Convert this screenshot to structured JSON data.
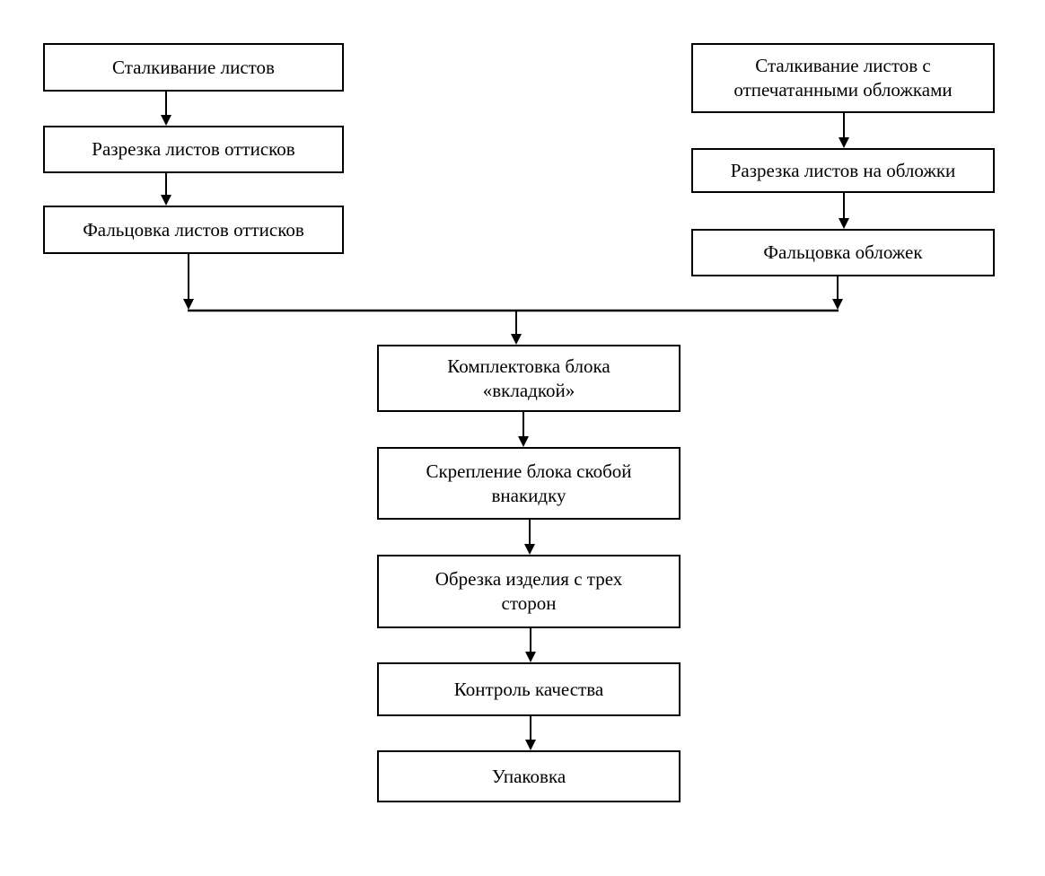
{
  "diagram": {
    "type": "flowchart",
    "background": "#ffffff",
    "colors": {
      "box_border": "#000000",
      "box_fill": "#ffffff",
      "text": "#000000",
      "connector": "#000000"
    },
    "left_branch": [
      {
        "label": "Сталкивание листов"
      },
      {
        "label": "Разрезка листов оттисков"
      },
      {
        "label": "Фальцовка листов оттисков"
      }
    ],
    "right_branch": [
      {
        "label": [
          "Сталкивание листов с",
          "отпечатанными обложками"
        ]
      },
      {
        "label": "Разрезка листов на обложки"
      },
      {
        "label": "Фальцовка обложек"
      }
    ],
    "main_flow": [
      {
        "label": [
          "Комплектовка блока",
          "«вкладкой»"
        ]
      },
      {
        "label": [
          "Скрепление блока скобой",
          "внакидку"
        ]
      },
      {
        "label": [
          "Обрезка изделия с трех",
          "сторон"
        ]
      },
      {
        "label": "Контроль качества"
      },
      {
        "label": "Упаковка"
      }
    ]
  }
}
